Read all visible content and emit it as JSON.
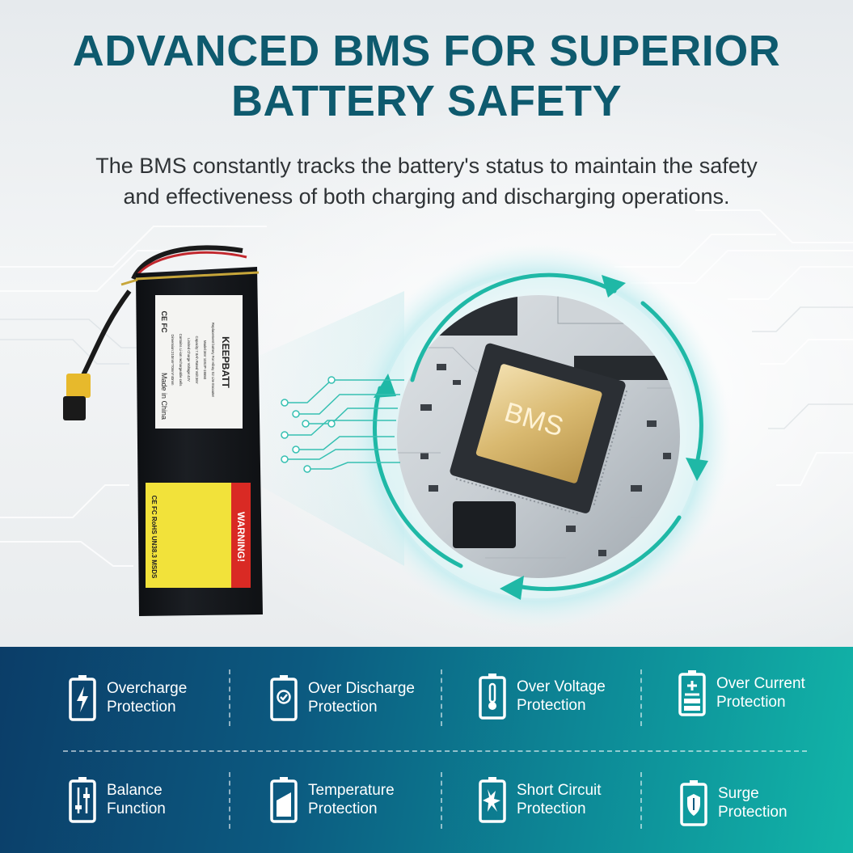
{
  "header": {
    "title_line1": "ADVANCED BMS FOR SUPERIOR",
    "title_line2": "BATTERY SAFETY",
    "subtitle_line1": "The BMS constantly tracks the battery's status to maintain the safety",
    "subtitle_line2": "and effectiveness of both charging and discharging operations."
  },
  "battery": {
    "brand": "KEEPBATT",
    "label_line1": "Replacement battery For Hiboy S2 Lite Escooter",
    "label_line2": "Model:36V 10S2P-18650",
    "label_line3": "Capacity:7.8Ah   Rated Volt:36V",
    "label_line4": "Limited Charge Voltage:42V",
    "label_line5": "Contains Li-ion rechargeable cells",
    "label_line6": "Dimension:210mm*70mm*40mm",
    "made_in": "Made in China",
    "cert_marks": "CE FC",
    "warning_title": "WARNING!",
    "warning_certs": "CE FC RoHS UN38.3 MSDS"
  },
  "chip": {
    "label": "BMS"
  },
  "features": [
    {
      "line1": "Overcharge",
      "line2": "Protection",
      "icon": "battery-bolt-icon"
    },
    {
      "line1": "Over Discharge",
      "line2": "Protection",
      "icon": "battery-check-icon"
    },
    {
      "line1": "Over Voltage",
      "line2": "Protection",
      "icon": "battery-thermometer-icon"
    },
    {
      "line1": "Over Current",
      "line2": "Protection",
      "icon": "battery-plus-minus-icon"
    },
    {
      "line1": "Balance",
      "line2": "Function",
      "icon": "battery-balance-icon"
    },
    {
      "line1": "Temperature",
      "line2": "Protection",
      "icon": "battery-level-icon"
    },
    {
      "line1": "Short Circuit",
      "line2": "Protection",
      "icon": "battery-spark-icon"
    },
    {
      "line1": "Surge",
      "line2": "Protection",
      "icon": "battery-shield-icon"
    }
  ],
  "colors": {
    "title": "#0e5a6e",
    "accent_teal": "#1fb8a6",
    "panel_dark": "#0b3d68",
    "panel_light": "#12b5a8",
    "warning_red": "#d92a24",
    "warning_yellow": "#f2e23a"
  }
}
